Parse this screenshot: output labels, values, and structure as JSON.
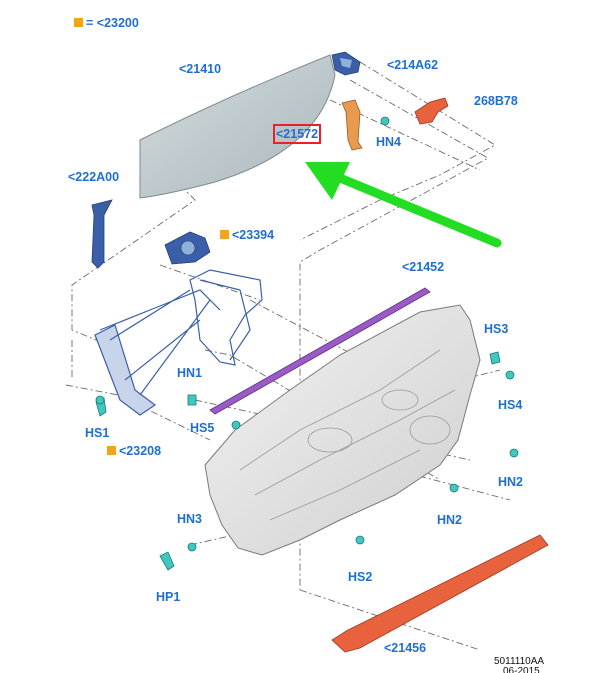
{
  "legend": {
    "marker_color": "#f5a31a",
    "text": "= <23200"
  },
  "labels": {
    "p21410": "<21410",
    "p214A62": "<214A62",
    "p268B78": "268B78",
    "p21572": "<21572",
    "hn4": "HN4",
    "p222A00": "<222A00",
    "p23394": "<23394",
    "p21452": "<21452",
    "hs3": "HS3",
    "hs4": "HS4",
    "hn1": "HN1",
    "hs5": "HS5",
    "hs1": "HS1",
    "p23208": "<23208",
    "hn2a": "HN2",
    "hn2b": "HN2",
    "hn3": "HN3",
    "hs2": "HS2",
    "hp1": "HP1",
    "p21456": "<21456",
    "ref_code": "5011110AA",
    "date_code": "06-2015"
  },
  "colors": {
    "label_blue": "#1f6fd1",
    "highlight_red": "#e8202a",
    "arrow_green": "#22dd22",
    "glass": "#b8c4c8",
    "weatherstrip": "#9a5cc4",
    "lower_seal": "#e8623e",
    "fastener": "#3fc7c0",
    "regulator_blue": "#3a5fa8"
  }
}
